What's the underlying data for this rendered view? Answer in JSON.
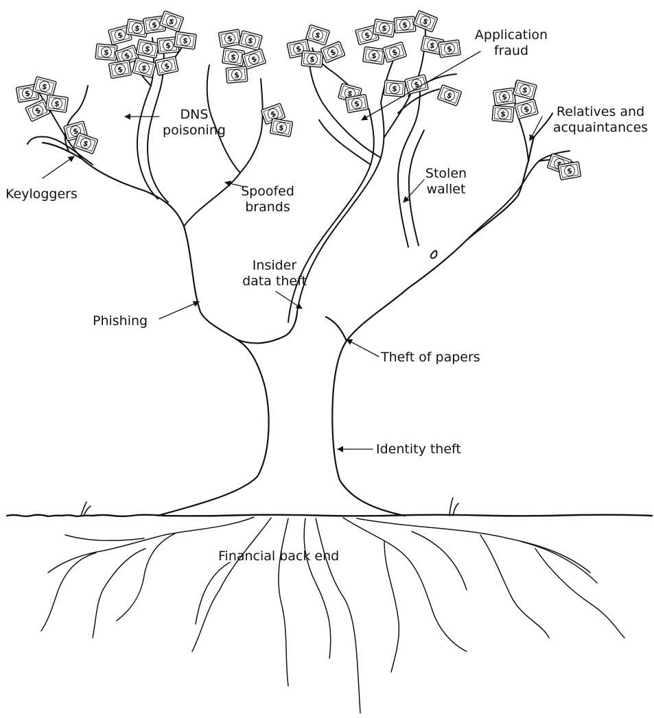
{
  "labels": {
    "dns_poisoning": [
      "DNS",
      "poisoning"
    ],
    "keyloggers": "Keyloggers",
    "spoofed_brands": [
      "Spoofed",
      "brands"
    ],
    "application_fraud": [
      "Application",
      "fraud"
    ],
    "relatives": [
      "Relatives and",
      "acquaintances"
    ],
    "stolen_wallet": [
      "Stolen",
      "wallet"
    ],
    "insider_data_theft": [
      "Insider",
      "data theft"
    ],
    "phishing": "Phishing",
    "theft_of_papers": "Theft of papers",
    "identity_theft": "Identity theft",
    "financial_back_end": "Financial back end"
  },
  "icons": {
    "money": "dollar-bill-icon"
  },
  "colors": {
    "ink": "#111111",
    "background": "#ffffff"
  }
}
